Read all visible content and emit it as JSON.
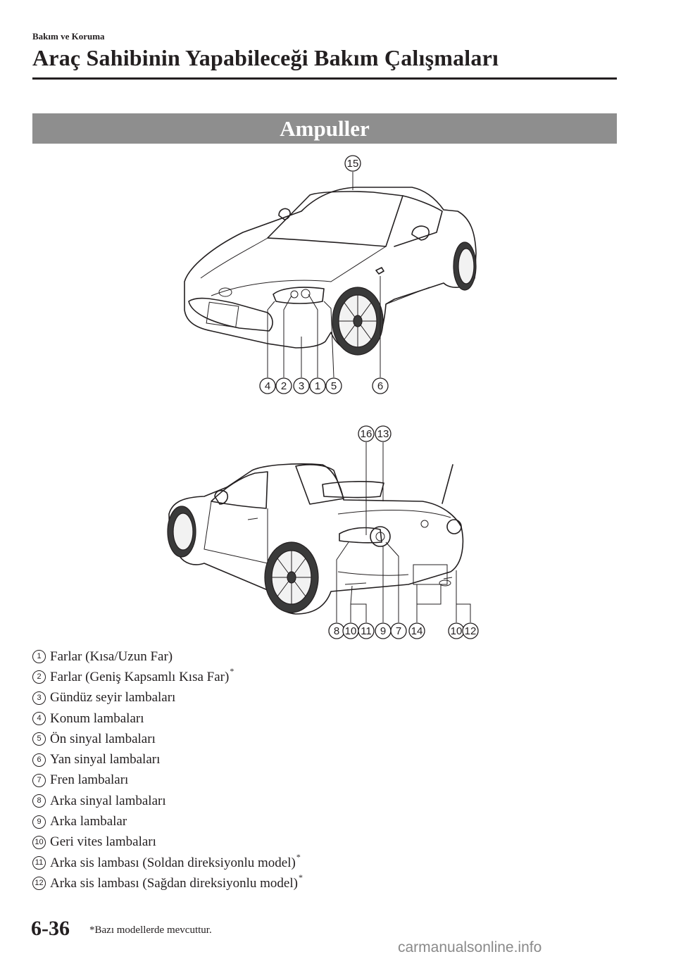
{
  "header": {
    "section": "Bakım ve Koruma",
    "title": "Araç Sahibinin Yapabileceği Bakım Çalışmaları"
  },
  "banner": {
    "title": "Ampuller"
  },
  "figure_front": {
    "callouts": [
      "15",
      "4",
      "2",
      "3",
      "1",
      "5",
      "6"
    ]
  },
  "figure_rear": {
    "callouts": [
      "16",
      "13",
      "8",
      "10",
      "11",
      "9",
      "7",
      "14",
      "10",
      "12"
    ]
  },
  "legend": [
    {
      "num": "1",
      "text": "Farlar (Kısa/Uzun Far)",
      "asterisk": ""
    },
    {
      "num": "2",
      "text": "Farlar (Geniş Kapsamlı Kısa Far)",
      "asterisk": "*"
    },
    {
      "num": "3",
      "text": "Gündüz seyir lambaları",
      "asterisk": ""
    },
    {
      "num": "4",
      "text": "Konum lambaları",
      "asterisk": ""
    },
    {
      "num": "5",
      "text": "Ön sinyal lambaları",
      "asterisk": ""
    },
    {
      "num": "6",
      "text": "Yan sinyal lambaları",
      "asterisk": ""
    },
    {
      "num": "7",
      "text": "Fren lambaları",
      "asterisk": ""
    },
    {
      "num": "8",
      "text": "Arka sinyal lambaları",
      "asterisk": ""
    },
    {
      "num": "9",
      "text": "Arka lambalar",
      "asterisk": ""
    },
    {
      "num": "10",
      "text": "Geri vites lambaları",
      "asterisk": ""
    },
    {
      "num": "11",
      "text": "Arka sis lambası (Soldan direksiyonlu model)",
      "asterisk": "*"
    },
    {
      "num": "12",
      "text": "Arka sis lambası (Sağdan direksiyonlu model)",
      "asterisk": "*"
    }
  ],
  "footer": {
    "page_number": "6-36",
    "footnote": "*Bazı modellerde mevcuttur.",
    "watermark": "carmanualsonline.info"
  }
}
